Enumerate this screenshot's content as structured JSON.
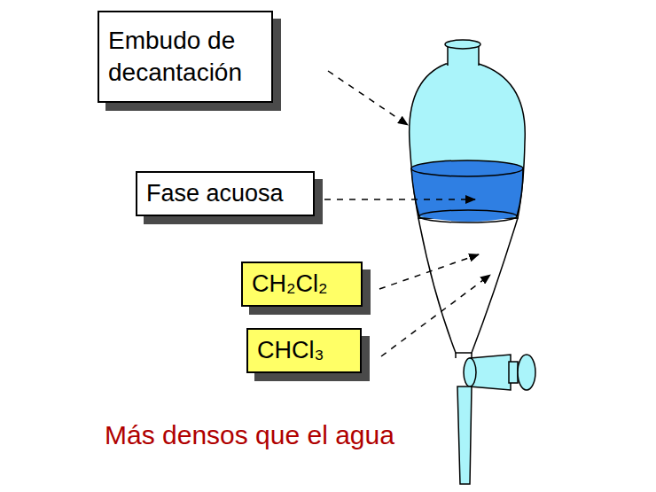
{
  "diagram": {
    "nodes": [
      {
        "text": [
          "Embudo de decantación"
        ]
      },
      {
        "text": [
          "Fase acuosa"
        ]
      },
      {
        "text": [
          "CH₂Cl₂"
        ]
      },
      {
        "text": [
          "CHCl₃"
        ]
      }
    ],
    "labels": [
      "Más densos que el agua"
    ]
  }
}
